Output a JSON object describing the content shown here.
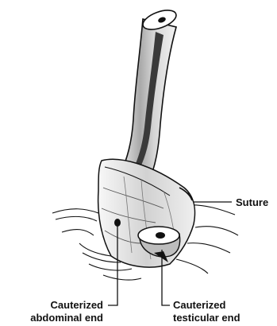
{
  "labels": {
    "suture": "Suture",
    "abdominal": [
      "Cauterized",
      "abdominal end"
    ],
    "testicular": [
      "Cauterized",
      "testicular end"
    ]
  },
  "colors": {
    "ink": "#111111",
    "tube": "#cfcfcf",
    "lumen": "#3a3a3a"
  }
}
